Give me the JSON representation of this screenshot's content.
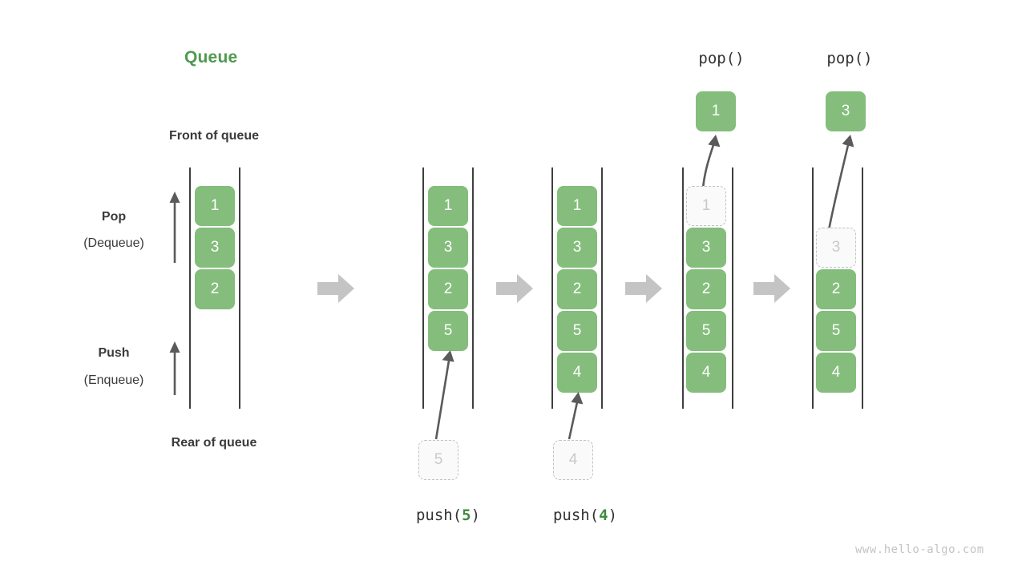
{
  "diagram": {
    "title": "Queue",
    "watermark": "www.hello-algo.com",
    "labels": {
      "front": "Front of queue",
      "rear": "Rear of queue",
      "pop_bold": "Pop",
      "pop_paren": "(Dequeue)",
      "push_bold": "Push",
      "push_paren": "(Enqueue)"
    },
    "colors": {
      "cell_fill": "#84bd7c",
      "cell_text": "#ffffff",
      "title_green": "#4f9a4f",
      "arg_green": "#3d8b40",
      "ghost_fill": "#fafafa",
      "ghost_border": "#c2c2c2",
      "ghost_text": "#c9c9c9",
      "rail": "#3f3f3f",
      "block_arrow": "#c4c4c4",
      "thin_arrow": "#5a5a5a",
      "text": "#3a3a3a",
      "watermark": "#c4c4c4"
    },
    "steps": [
      {
        "id": "initial",
        "op_label_parts": null,
        "queue": [
          "1",
          "3",
          "2"
        ],
        "ghost_in_queue": null,
        "pending_below": null,
        "popped_above": null
      },
      {
        "id": "push-5",
        "op_label_parts": {
          "prefix": "push(",
          "arg": "5",
          "suffix": ")"
        },
        "queue": [
          "1",
          "3",
          "2",
          "5"
        ],
        "ghost_in_queue": null,
        "pending_below": "5",
        "popped_above": null
      },
      {
        "id": "push-4",
        "op_label_parts": {
          "prefix": "push(",
          "arg": "4",
          "suffix": ")"
        },
        "queue": [
          "1",
          "3",
          "2",
          "5",
          "4"
        ],
        "ghost_in_queue": null,
        "pending_below": "4",
        "popped_above": null
      },
      {
        "id": "pop-1",
        "op_label_top": "pop()",
        "queue": [
          "3",
          "2",
          "5",
          "4"
        ],
        "ghost_in_queue": "1",
        "pending_below": null,
        "popped_above": "1"
      },
      {
        "id": "pop-3",
        "op_label_top": "pop()",
        "queue": [
          "2",
          "5",
          "4"
        ],
        "ghost_in_queue": "3",
        "pending_below": null,
        "popped_above": "3"
      }
    ],
    "transition_arrows": 4,
    "side_arrows": [
      {
        "name": "pop-direction-arrow",
        "label": "Pop (Dequeue)"
      },
      {
        "name": "push-direction-arrow",
        "label": "Push (Enqueue)"
      }
    ]
  }
}
